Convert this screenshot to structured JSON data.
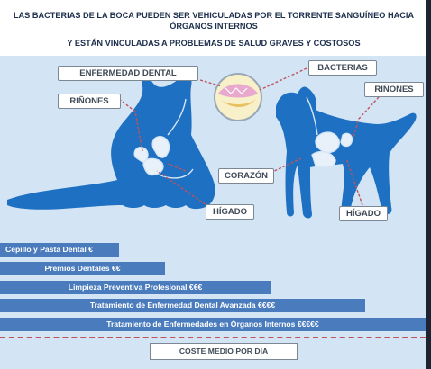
{
  "header": {
    "line1": "LAS BACTERIAS DE LA BOCA PUEDEN SER VEHICULADAS POR EL TORRENTE SANGUÍNEO HACIA",
    "line2": "ÓRGANOS INTERNOS",
    "line3": "Y ESTÁN VINCULADAS A PROBLEMAS DE SALUD GRAVES Y COSTOSOS"
  },
  "labels": {
    "enfermedad_dental": "ENFERMEDAD DENTAL",
    "bacterias": "BACTERIAS",
    "rinones_cat": "RIÑONES",
    "rinones_dog": "RIÑONES",
    "corazon": "CORAZÓN",
    "higado_cat": "HÍGADO",
    "higado_dog": "HÍGADO"
  },
  "cost_bars": [
    {
      "label": "Cepillo y Pasta Dental €"
    },
    {
      "label": "Premios Dentales €€"
    },
    {
      "label": "Limpieza Preventiva Profesional €€€"
    },
    {
      "label": "Tratamiento de Enfermedad Dental Avanzada €€€€"
    },
    {
      "label": "Tratamiento de Enfermedades en Órganos Internos €€€€€"
    }
  ],
  "footer": {
    "coste_medio": "COSTE MEDIO POR DIA"
  },
  "colors": {
    "silhouette": "#1e70c2",
    "bar": "#4a7cbd",
    "panel": "#d3e4f5",
    "dash": "#c0535a"
  }
}
